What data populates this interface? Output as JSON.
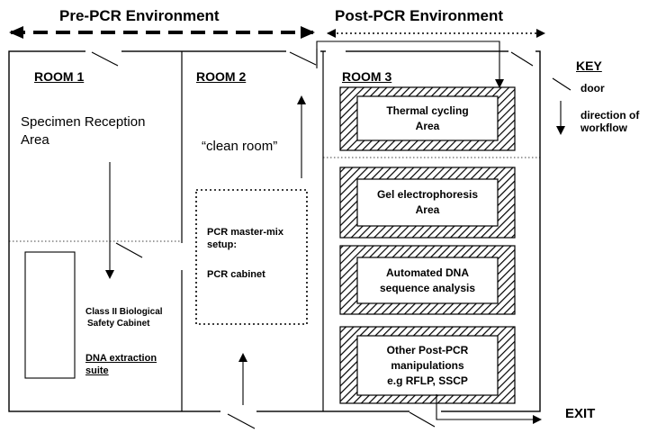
{
  "headers": {
    "pre_pcr": "Pre-PCR Environment",
    "post_pcr": "Post-PCR Environment"
  },
  "rooms": {
    "room1": {
      "title": "ROOM 1",
      "area_line1": "Specimen Reception",
      "area_line2": "Area",
      "cabinet_line1": "Class II Biological",
      "cabinet_line2": "Safety Cabinet",
      "suite_line1": "DNA extraction",
      "suite_line2": "suite"
    },
    "room2": {
      "title": "ROOM  2",
      "clean_room": "“clean room”",
      "mastermix_line1": "PCR master-mix",
      "mastermix_line2": "setup:",
      "cabinet": "PCR cabinet"
    },
    "room3": {
      "title": "ROOM 3",
      "areas": [
        "Thermal cycling\nArea",
        "Gel electrophoresis\nArea",
        "Automated DNA\nsequence analysis",
        "Other Post-PCR\nmanipulations\ne.g RFLP, SSCP"
      ]
    }
  },
  "key": {
    "title": "KEY",
    "door": "door",
    "workflow_line1": "direction of",
    "workflow_line2": "workflow"
  },
  "exit": "EXIT"
}
